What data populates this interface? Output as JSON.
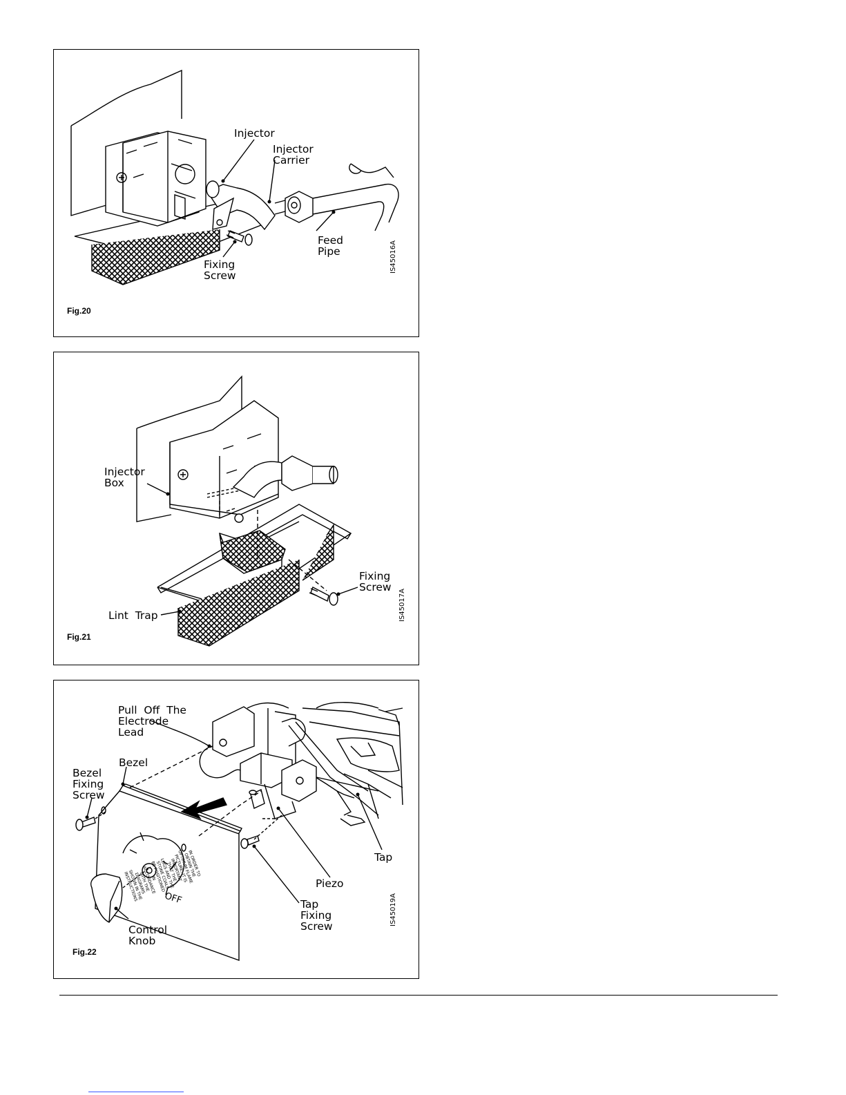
{
  "figures": [
    {
      "id": "fig20",
      "caption": "Fig.20",
      "code": "IS45016A",
      "labels": {
        "injector": "Injector",
        "injector_carrier": "Injector\nCarrier",
        "feed_pipe": "Feed\nPipe",
        "fixing_screw": "Fixing\nScrew"
      }
    },
    {
      "id": "fig21",
      "caption": "Fig.21",
      "code": "IS45017A",
      "labels": {
        "injector_box": "Injector\nBox",
        "fixing_screw": "Fixing\nScrew",
        "lint_trap": "Lint  Trap"
      }
    },
    {
      "id": "fig22",
      "caption": "Fig.22",
      "code": "IS45019A",
      "labels": {
        "pull_off_lead": "Pull  Off  The\nElectrode\nLead",
        "bezel": "Bezel",
        "bezel_fixing_screw": "Bezel\nFixing\nScrew",
        "tap": "Tap",
        "piezo": "Piezo",
        "tap_fixing_screw": "Tap\nFixing\nScrew",
        "control_knob": "Control\nKnob",
        "off": "OFF",
        "bezel_notice": "IN ORDER TO\nOBTAIN THE\nOPTIMUM FLAME\nPICTURE, IT IS\nIMPORTANT\nTHAT THE\nLOGS AND THE\nSTONE COALS\nBE POSITIONED\nIN\nACCORDANCE\nWITH THE\nDIAGRAMS\nSHOWN IN THE\nINSTRUCTIONS"
      }
    }
  ]
}
